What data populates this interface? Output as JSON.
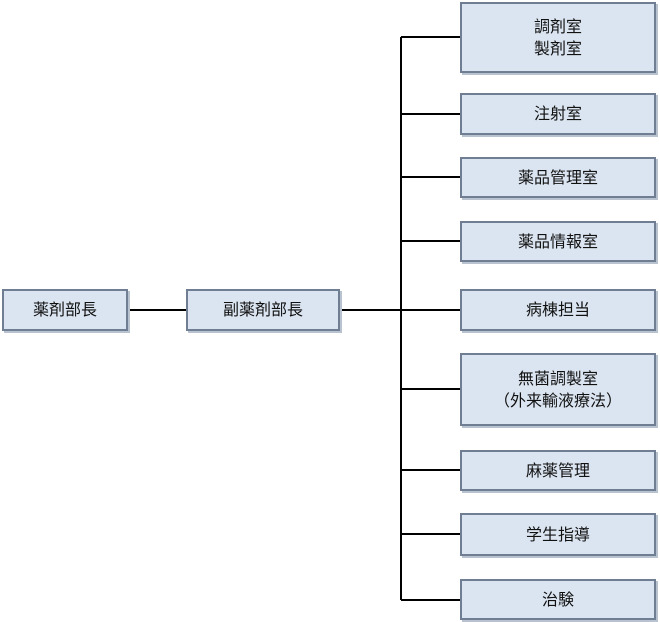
{
  "colors": {
    "box_fill": "#dbe5f1",
    "box_border": "#6f7e92",
    "line": "#000000"
  },
  "nodes": {
    "head": "薬剤部長",
    "deputy": "副薬剤部長",
    "units": [
      "調剤室\n製剤室",
      "注射室",
      "薬品管理室",
      "薬品情報室",
      "病棟担当",
      "無菌調製室\n（外来輸液療法）",
      "麻薬管理",
      "学生指導",
      "治験"
    ]
  }
}
